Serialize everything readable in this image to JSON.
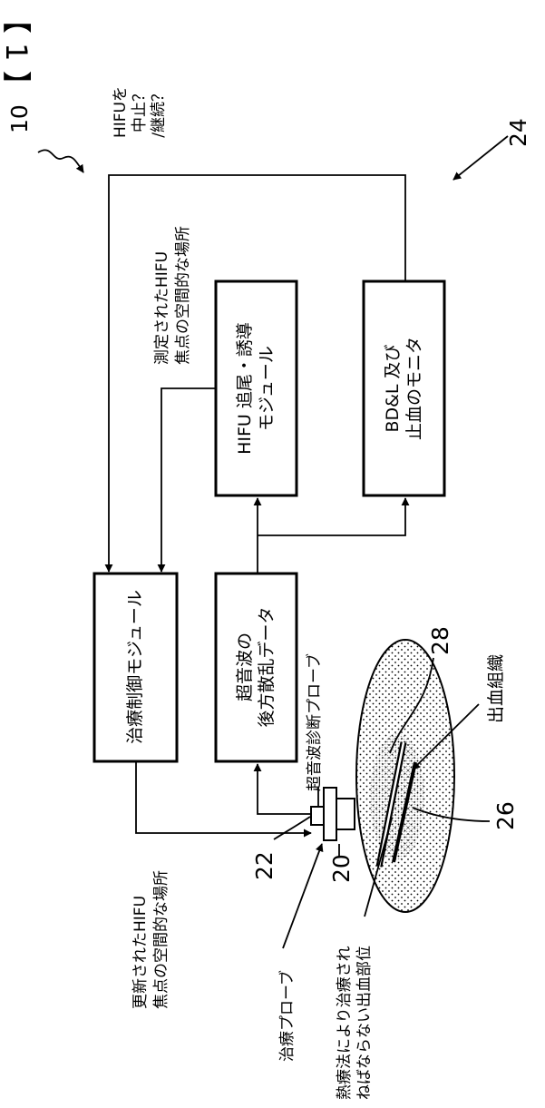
{
  "figure_label": "【 1 】",
  "labels": {
    "system_ref": "10",
    "block_ref": "24",
    "transducer_ref": "20",
    "imaging_probe_ref": "22",
    "tissue_ref": "26",
    "bleeding_ref": "28"
  },
  "boxes": {
    "therapy_control": {
      "line1": "治療制御モジュール"
    },
    "backscatter": {
      "line1": "超音波の",
      "line2": "後方散乱データ"
    },
    "tracking": {
      "line1": "HIFU 追尾・誘導",
      "line2": "モジュール"
    },
    "monitor": {
      "line1": "BD&L 及び",
      "line2": "止血のモニタ"
    }
  },
  "annotations": {
    "stop_continue": {
      "line1": "HIFUを",
      "line2": "中止？",
      "line3": "/継続？"
    },
    "measured_location": {
      "line1": "測定されたHIFU",
      "line2": "焦点の空間的な場所"
    },
    "updated_location": {
      "line1": "更新されたHIFU",
      "line2": "焦点の空間的な場所"
    },
    "imaging_probe": "超音波診断プローブ",
    "therapy_probe": "治療プローブ",
    "bleeding_tissue": "出血組織",
    "bleeding_site": {
      "line1": "熱療法により治療され",
      "line2": "ねばならない出血部位"
    }
  }
}
